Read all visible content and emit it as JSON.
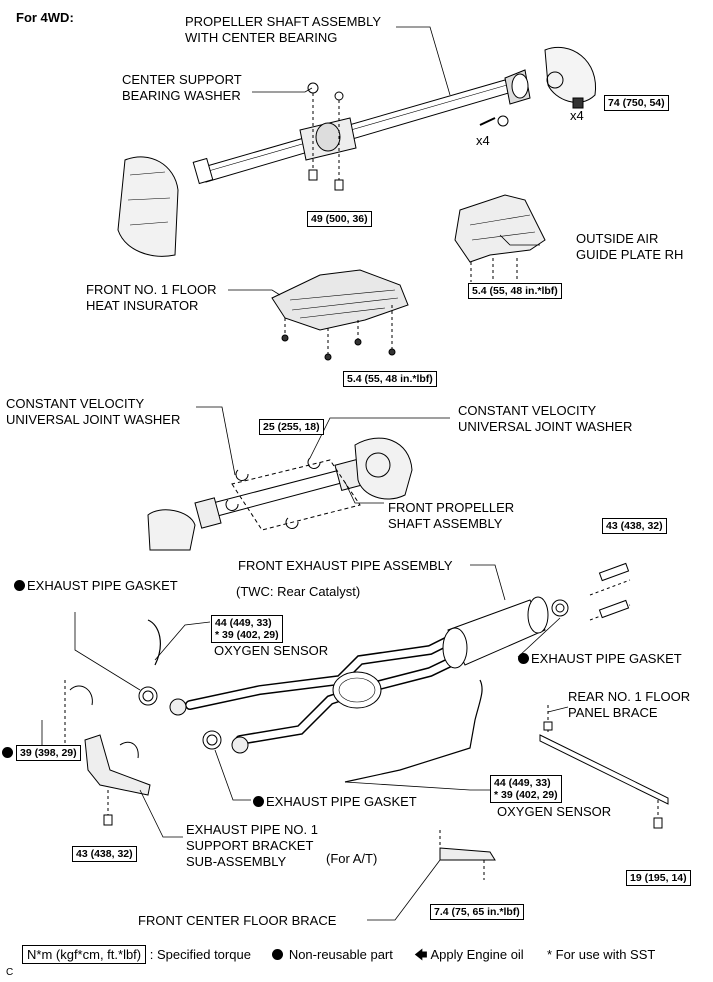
{
  "header": {
    "title": "For 4WD:"
  },
  "labels": {
    "propeller_shaft": [
      "PROPELLER SHAFT ASSEMBLY",
      "WITH CENTER BEARING"
    ],
    "center_support_washer": [
      "CENTER SUPPORT",
      "BEARING WASHER"
    ],
    "outside_air_guide": [
      "OUTSIDE AIR",
      "GUIDE PLATE RH"
    ],
    "front_floor_heat_insulator": [
      "FRONT NO. 1 FLOOR",
      "HEAT INSURATOR"
    ],
    "cv_washer_left": [
      "CONSTANT VELOCITY",
      "UNIVERSAL JOINT WASHER"
    ],
    "cv_washer_right": [
      "CONSTANT VELOCITY",
      "UNIVERSAL JOINT WASHER"
    ],
    "front_propeller_shaft": [
      "FRONT PROPELLER",
      "SHAFT ASSEMBLY"
    ],
    "front_exhaust_pipe": "FRONT EXHAUST PIPE ASSEMBLY",
    "twc_note": "(TWC: Rear Catalyst)",
    "exhaust_gasket_1": "EXHAUST PIPE GASKET",
    "exhaust_gasket_2": "EXHAUST PIPE GASKET",
    "exhaust_gasket_3": "EXHAUST PIPE GASKET",
    "oxygen_sensor_1": "OXYGEN SENSOR",
    "oxygen_sensor_2": "OXYGEN SENSOR",
    "rear_floor_brace": [
      "REAR NO. 1 FLOOR",
      "PANEL  BRACE"
    ],
    "support_bracket": [
      "EXHAUST PIPE NO. 1",
      "SUPPORT BRACKET",
      "SUB-ASSEMBLY"
    ],
    "for_at": "(For A/T)",
    "front_center_brace": "FRONT CENTER FLOOR BRACE",
    "x4_a": "x4",
    "x4_b": "x4"
  },
  "torques": {
    "t74": "74 (750, 54)",
    "t49": "49 (500, 36)",
    "t54_guide": "5.4 (55, 48 in.*lbf)",
    "t54_insulator": "5.4 (55, 48 in.*lbf)",
    "t25": "25 (255, 18)",
    "t43_top": "43 (438, 32)",
    "t44_sensor1": [
      "44 (449, 33)",
      "* 39 (402, 29)"
    ],
    "t39": "39 (398, 29)",
    "t44_sensor2": [
      "44 (449, 33)",
      "* 39 (402, 29)"
    ],
    "t43_bottom": "43 (438, 32)",
    "t19": "19 (195, 14)",
    "t74_brace": "7.4 (75, 65 in.*lbf)"
  },
  "legend": {
    "torque_unit": "N*m (kgf*cm, ft.*lbf)",
    "torque_text": ": Specified torque",
    "nonreusable": "Non-reusable part",
    "engine_oil": "Apply Engine oil",
    "sst": "* For use with SST"
  },
  "corner_mark": "C"
}
